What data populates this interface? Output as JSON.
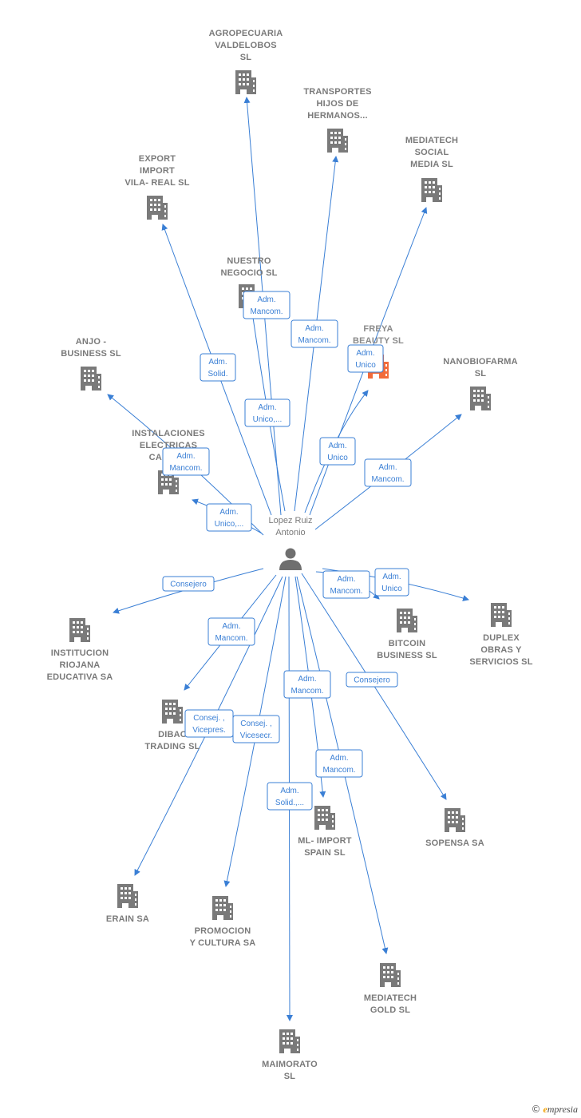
{
  "center": {
    "id": "person",
    "label": [
      "Lopez Ruiz",
      "Antonio"
    ]
  },
  "colors": {
    "edge": "#3a7fd5",
    "building": "#7a7a7a",
    "highlight": "#f26b3a"
  },
  "nodes": [
    {
      "id": "agropecuaria",
      "label": [
        "AGROPECUARIA",
        "VALDELOBOS",
        "SL"
      ]
    },
    {
      "id": "transportes",
      "label": [
        "TRANSPORTES",
        "HIJOS DE",
        "HERMANOS..."
      ]
    },
    {
      "id": "mediatech_social",
      "label": [
        "MEDIATECH",
        "SOCIAL",
        "MEDIA  SL"
      ]
    },
    {
      "id": "export",
      "label": [
        "EXPORT",
        "IMPORT",
        "VILA- REAL SL"
      ]
    },
    {
      "id": "nuestro",
      "label": [
        "NUESTRO",
        "NEGOCIO  SL"
      ]
    },
    {
      "id": "freya",
      "label": [
        "FREYA",
        "BEAUTY  SL"
      ],
      "highlight": true
    },
    {
      "id": "nanobiofarma",
      "label": [
        "NANOBIOFARMA",
        "SL"
      ]
    },
    {
      "id": "anjo",
      "label": [
        "ANJO -",
        "BUSINESS  SL"
      ]
    },
    {
      "id": "instalaciones",
      "label": [
        "INSTALACIONES",
        "ELECTRICAS",
        "CABLE..."
      ]
    },
    {
      "id": "institucion",
      "label": [
        "INSTITUCION",
        "RIOJANA",
        "EDUCATIVA SA"
      ]
    },
    {
      "id": "bitcoin",
      "label": [
        "BITCOIN",
        "BUSINESS  SL"
      ]
    },
    {
      "id": "duplex",
      "label": [
        "DUPLEX",
        "OBRAS Y",
        "SERVICIOS  SL"
      ]
    },
    {
      "id": "dibac",
      "label": [
        "DIBAC",
        "TRADING  SL"
      ]
    },
    {
      "id": "ml_import",
      "label": [
        "ML- IMPORT",
        "SPAIN  SL"
      ]
    },
    {
      "id": "sopensa",
      "label": [
        "SOPENSA SA"
      ]
    },
    {
      "id": "erain",
      "label": [
        "ERAIN SA"
      ]
    },
    {
      "id": "promocion",
      "label": [
        "PROMOCION",
        "Y CULTURA SA"
      ]
    },
    {
      "id": "mediatech_gold",
      "label": [
        "MEDIATECH",
        "GOLD  SL"
      ]
    },
    {
      "id": "maimorato",
      "label": [
        "MAIMORATO",
        "SL"
      ]
    }
  ],
  "relations": [
    {
      "id": "r1",
      "target": "agropecuaria",
      "label": [
        "Adm.",
        "Mancom."
      ]
    },
    {
      "id": "r2",
      "target": "transportes",
      "label": [
        "Adm.",
        "Mancom."
      ]
    },
    {
      "id": "r3",
      "target": "export",
      "label": [
        "Adm.",
        "Solid."
      ]
    },
    {
      "id": "r4",
      "target": "nuestro",
      "label": [
        "Adm.",
        "Unico,..."
      ]
    },
    {
      "id": "r5",
      "target": "freya",
      "label": [
        "Adm.",
        "Unico"
      ]
    },
    {
      "id": "r6",
      "target": "mediatech_social",
      "label": [
        "Adm.",
        "Unico"
      ]
    },
    {
      "id": "r7",
      "target": "nanobiofarma",
      "label": [
        "Adm.",
        "Mancom."
      ]
    },
    {
      "id": "r8",
      "target": "anjo",
      "label": [
        "Adm.",
        "Mancom."
      ]
    },
    {
      "id": "r9",
      "target": "instalaciones",
      "label": [
        "Adm.",
        "Unico,..."
      ]
    },
    {
      "id": "r10",
      "target": "institucion",
      "label": [
        "Consejero"
      ]
    },
    {
      "id": "r11",
      "target": "bitcoin",
      "label": [
        "Adm.",
        "Mancom."
      ]
    },
    {
      "id": "r12",
      "target": "duplex",
      "label": [
        "Adm.",
        "Unico"
      ]
    },
    {
      "id": "r13",
      "target": "dibac",
      "label": [
        "Adm.",
        "Mancom."
      ]
    },
    {
      "id": "r14",
      "target": "erain",
      "label": [
        "Consej. ,",
        "Vicepres."
      ]
    },
    {
      "id": "r15",
      "target": "promocion",
      "label": [
        "Consej. ,",
        "Vicesecr."
      ]
    },
    {
      "id": "r16",
      "target": "ml_import",
      "label": [
        "Adm.",
        "Mancom."
      ]
    },
    {
      "id": "r17",
      "target": "sopensa",
      "label": [
        "Consejero"
      ]
    },
    {
      "id": "r18",
      "target": "mediatech_gold",
      "label": [
        "Adm.",
        "Mancom."
      ]
    },
    {
      "id": "r19",
      "target": "maimorato",
      "label": [
        "Adm.",
        "Solid.,..."
      ]
    }
  ],
  "footer": {
    "copyright": "©",
    "brand_initial": "e",
    "brand_rest": "mpresia"
  }
}
